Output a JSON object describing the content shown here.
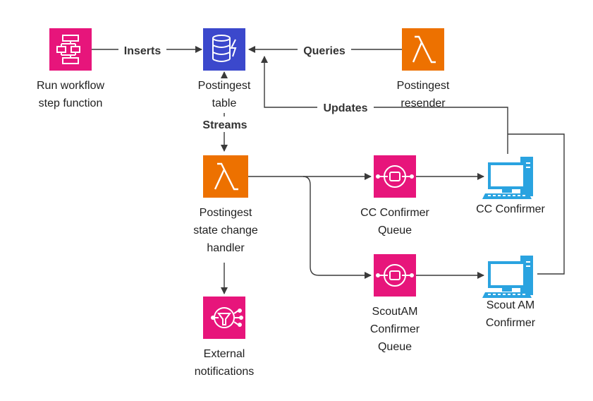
{
  "colors": {
    "step_function": "#e7157b",
    "dynamodb": "#3b48cc",
    "lambda": "#ed7100",
    "sqs": "#e7157b",
    "sns": "#e7157b",
    "client": "#2aa3e0",
    "edge": "#3a3a3a"
  },
  "nodes": {
    "workflow": {
      "icon": "step-functions-icon",
      "label_lines": [
        "Run workflow",
        "step function"
      ]
    },
    "table": {
      "icon": "dynamodb-icon",
      "label_lines": [
        "Postingest",
        "table"
      ]
    },
    "resender": {
      "icon": "lambda-icon",
      "label_lines": [
        "Postingest",
        "resender"
      ]
    },
    "handler": {
      "icon": "lambda-icon",
      "label_lines": [
        "Postingest",
        "state change",
        "handler"
      ]
    },
    "cc_queue": {
      "icon": "sqs-queue-icon",
      "label_lines": [
        "CC Confirmer",
        "Queue"
      ]
    },
    "cc_confirmer": {
      "icon": "client-computer-icon",
      "label_lines": [
        "CC Confirmer"
      ]
    },
    "scout_queue": {
      "icon": "sqs-queue-icon",
      "label_lines": [
        "ScoutAM",
        "Confirmer",
        "Queue"
      ]
    },
    "scout_confirmer": {
      "icon": "client-computer-icon",
      "label_lines": [
        "Scout AM",
        "Confirmer"
      ]
    },
    "notifications": {
      "icon": "sns-notification-icon",
      "label_lines": [
        "External",
        "notifications"
      ]
    }
  },
  "edges": {
    "inserts": "Inserts",
    "queries": "Queries",
    "updates": "Updates",
    "streams": "Streams"
  }
}
